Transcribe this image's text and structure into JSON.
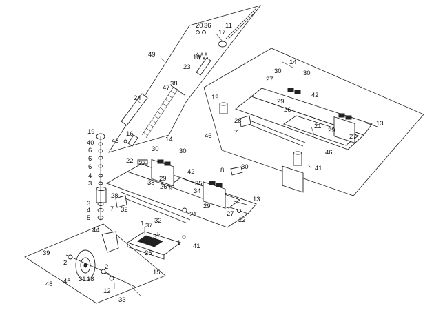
{
  "diagram": {
    "callouts": {
      "c20a": "20",
      "c36a": "36",
      "c11a": "11",
      "c17a": "17",
      "c49": "49",
      "c10": "10",
      "c23": "23",
      "c38a": "38",
      "c47": "47",
      "c24": "24",
      "c14r": "14",
      "c30r1": "30",
      "c30r2": "30",
      "c27r": "27",
      "c42r": "42",
      "c29r": "29",
      "c19r": "19",
      "c26r": "26",
      "c28r": "28",
      "c7r": "7",
      "c21r": "21",
      "c29r2": "29",
      "c13r": "13",
      "c27r2": "27",
      "c46a": "46",
      "c46b": "46",
      "c41r": "41",
      "c19l": "19",
      "c16": "16",
      "c43": "43",
      "c40": "40",
      "c6a": "6",
      "c6b": "6",
      "c6c": "6",
      "c4a": "4",
      "c3a": "3",
      "c14l": "14",
      "c30l1": "30",
      "c30l2": "30",
      "c22a": "22",
      "c27l": "27",
      "c42l": "42",
      "c29l": "29",
      "c8": "8",
      "c30l3": "30",
      "c38l": "38",
      "c26l": "26",
      "c9": "9",
      "c35": "35",
      "c34": "34",
      "c28l": "28",
      "c32a": "32",
      "c3b": "3",
      "c4b": "4",
      "c5": "5",
      "c7l": "7",
      "c29l2": "29",
      "c13l": "13",
      "c27l2": "27",
      "c22b": "22",
      "c21l": "21",
      "c1a": "1",
      "c37a": "37",
      "c32b": "32",
      "c44": "44",
      "c37b": "37",
      "c1b": "1",
      "c41l": "41",
      "c25": "25",
      "c39": "39",
      "c2a": "2",
      "c2b": "2",
      "c15": "15",
      "c48": "48",
      "c45": "45",
      "c31": "31",
      "c18": "18",
      "c12": "12",
      "c33": "33"
    }
  }
}
